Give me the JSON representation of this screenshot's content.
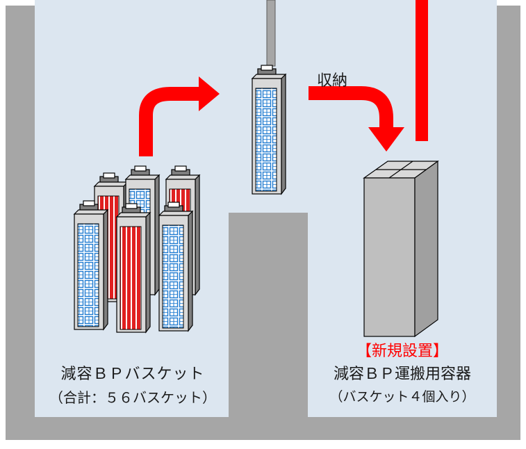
{
  "labels": {
    "store_action": "収納",
    "basket_title": "減容ＢＰバスケット",
    "basket_count": "（合計：５６バスケット）",
    "new_tag": "【新規設置】",
    "container_title": "減容ＢＰ運搬用容器",
    "container_note": "（バスケット４個入り）"
  },
  "colors": {
    "pool_wall": "#a6a6a6",
    "water": "#dce6f0",
    "arrow": "#ff0000",
    "new_tag": "#ff0000",
    "basket_blue": "#0070c0",
    "basket_red": "#e02020",
    "container": "#bfbfbf"
  }
}
